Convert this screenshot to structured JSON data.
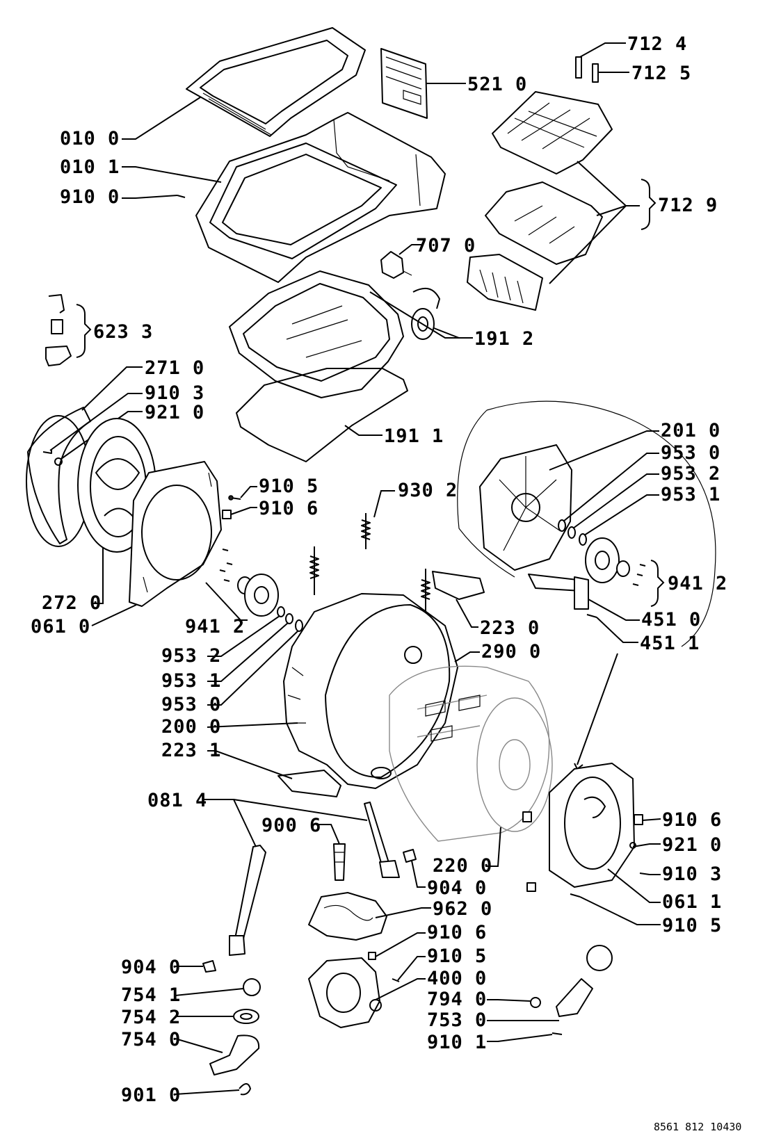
{
  "labels": {
    "l0100": "010 0",
    "l0101": "010 1",
    "l9100": "910 0",
    "l5210": "521 0",
    "l7124": "712 4",
    "l7125": "712 5",
    "l7129": "712 9",
    "l7070": "707 0",
    "l6233": "623 3",
    "l1912": "191 2",
    "l1911": "191 1",
    "l2710": "271 0",
    "l9103a": "910 3",
    "l9210a": "921 0",
    "l9105a": "910 5",
    "l9106a": "910 6",
    "l9302": "930 2",
    "l2720": "272 0",
    "l0610": "061 0",
    "l9412a": "941 2",
    "l9532a": "953 2",
    "l9531a": "953 1",
    "l9530a": "953 0",
    "l2000": "200 0",
    "l2231": "223 1",
    "l2230": "223 0",
    "l2900": "290 0",
    "l2010": "201 0",
    "l9530b": "953 0",
    "l9532b": "953 2",
    "l9531b": "953 1",
    "l9412b": "941 2",
    "l4510": "451 0",
    "l4511": "451 1",
    "l0814": "081 4",
    "l9006": "900 6",
    "l2200": "220 0",
    "l9040a": "904 0",
    "l9620": "962 0",
    "l9106b": "910 6",
    "l9105b": "910 5",
    "l4000": "400 0",
    "l7940": "794 0",
    "l7530": "753 0",
    "l9101": "910 1",
    "l9040b": "904 0",
    "l7541": "754 1",
    "l7542": "754 2",
    "l7540": "754 0",
    "l9010": "901 0",
    "l9106c": "910 6",
    "l9210b": "921 0",
    "l9103b": "910 3",
    "l0611": "061 1",
    "l9105c": "910 5"
  },
  "doc_number": "8561 812 10430",
  "colors": {
    "ink": "#000000",
    "ghost": "#888888",
    "paper": "#ffffff"
  }
}
